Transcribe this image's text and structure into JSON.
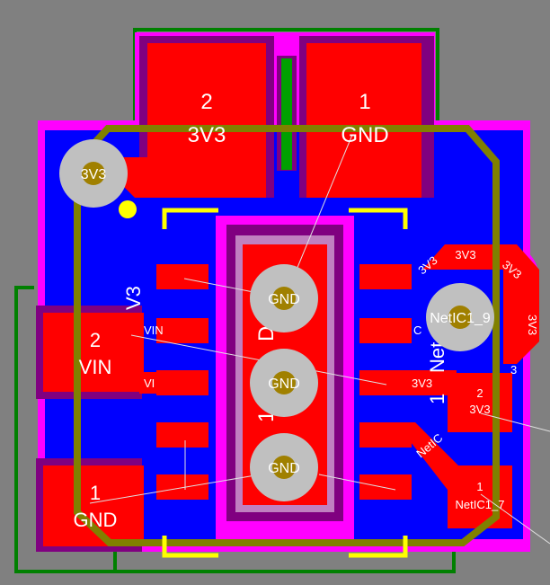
{
  "board": {
    "colors": {
      "background": "#808080",
      "top_copper": "#ff0000",
      "bottom_copper": "#0000ff",
      "solder_mask": "#ff00ff",
      "paste": "#800080",
      "outline": "#808000",
      "silkscreen": "#ffff00",
      "keepout": "#008000",
      "via": "#c0c0c0",
      "via_hole": "#a08000"
    },
    "pads": [
      {
        "id": "p2-3v3",
        "number": "2",
        "net": "3V3"
      },
      {
        "id": "p1-gnd",
        "number": "1",
        "net": "GND"
      },
      {
        "id": "p2-vin",
        "number": "2",
        "net": "VIN"
      },
      {
        "id": "p1-gnd-left",
        "number": "1",
        "net": "GND"
      },
      {
        "id": "p2-3v3-right",
        "number": "2",
        "net": "3V3"
      },
      {
        "id": "p1-netic-right",
        "number": "1",
        "net": "NetIC1_7"
      }
    ],
    "vias": [
      {
        "id": "via-3v3",
        "net": "3V3"
      },
      {
        "id": "via-netic",
        "net": "NetIC1_9"
      },
      {
        "id": "via-gnd-top",
        "net": "GND"
      },
      {
        "id": "via-gnd-mid",
        "net": "GND"
      },
      {
        "id": "via-gnd-bot",
        "net": "GND"
      }
    ],
    "trace_labels": {
      "right_top_a": "3V3",
      "right_top_b": "3V3",
      "right_top_c": "3V3",
      "right_mid": "3V3",
      "right_side": "3V3",
      "right_side_b": "3",
      "right_diag": "NetIC",
      "left_vin_a": "VIN",
      "left_vin_b": "VI",
      "left_side": "V3",
      "ic_c": "C",
      "ic_d": "D",
      "ic_one": "1",
      "bottom_net": "1",
      "bottom_net_long": "Net"
    }
  }
}
